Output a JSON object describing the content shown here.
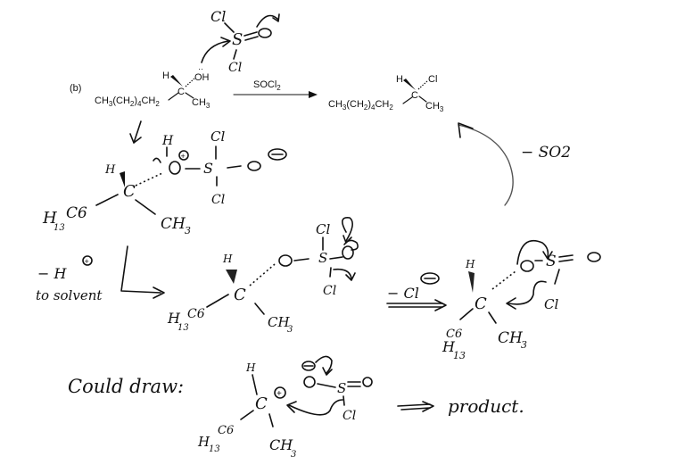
{
  "reaction": {
    "label": "(b)",
    "reactant": {
      "chain": "CH3(CH2)4CH2",
      "center": "C",
      "h": "H",
      "oh": "OH",
      "ch3": "CH3"
    },
    "reagent": "SOCl2",
    "product": {
      "chain": "CH3(CH2)4CH2",
      "center": "C",
      "h": "H",
      "cl": "Cl",
      "ch3": "CH3"
    }
  },
  "thionyl_chloride_sketch": {
    "cl_top": "Cl",
    "s": "S",
    "o": "O",
    "cl_bottom": "Cl",
    "bond": "="
  },
  "step1": {
    "h_top": "H",
    "h_on_c": "H",
    "carbon": "C",
    "oxygen": "O",
    "o_charge": "+",
    "sulfur": "S",
    "cl_top": "Cl",
    "cl_bottom": "Cl",
    "o_terminal": "O",
    "o_terminal_charge": "−",
    "left_group": "H13C6",
    "left_main": "H",
    "left_sub": "13",
    "left_tail": "C6",
    "methyl": "CH3",
    "methyl_main": "CH",
    "methyl_sub": "3"
  },
  "proton_loss": {
    "line1": "− H",
    "charge": "+",
    "line2": "to solvent"
  },
  "step2": {
    "h": "H",
    "carbon": "C",
    "oxygen": "O",
    "sulfur": "S",
    "cl_top": "Cl",
    "cl_bottom": "Cl",
    "o_terminal": "O",
    "left_main": "H",
    "left_sub": "13",
    "left_tail": "C6",
    "methyl_main": "CH",
    "methyl_sub": "3"
  },
  "chloride_loss": {
    "label": "− Cl",
    "charge": "−"
  },
  "step3": {
    "h": "H",
    "carbon": "C",
    "oxygen": "O",
    "sulfur": "S",
    "o_double": "O",
    "cl": "Cl",
    "left_main": "H",
    "left_sub": "13",
    "left_tail": "C6",
    "methyl_main": "CH",
    "methyl_sub": "3"
  },
  "so2_loss": {
    "label": "− SO2"
  },
  "alternative": {
    "caption": "Could draw:",
    "h": "H",
    "carbon": "C",
    "c_charge": "+",
    "oxygen": "O",
    "o_charge": "−",
    "sulfur": "S",
    "o_double": "O",
    "cl": "Cl",
    "left_main": "H",
    "left_sub": "13",
    "left_tail": "C6",
    "methyl_main": "CH",
    "methyl_sub": "3",
    "result": "product."
  }
}
